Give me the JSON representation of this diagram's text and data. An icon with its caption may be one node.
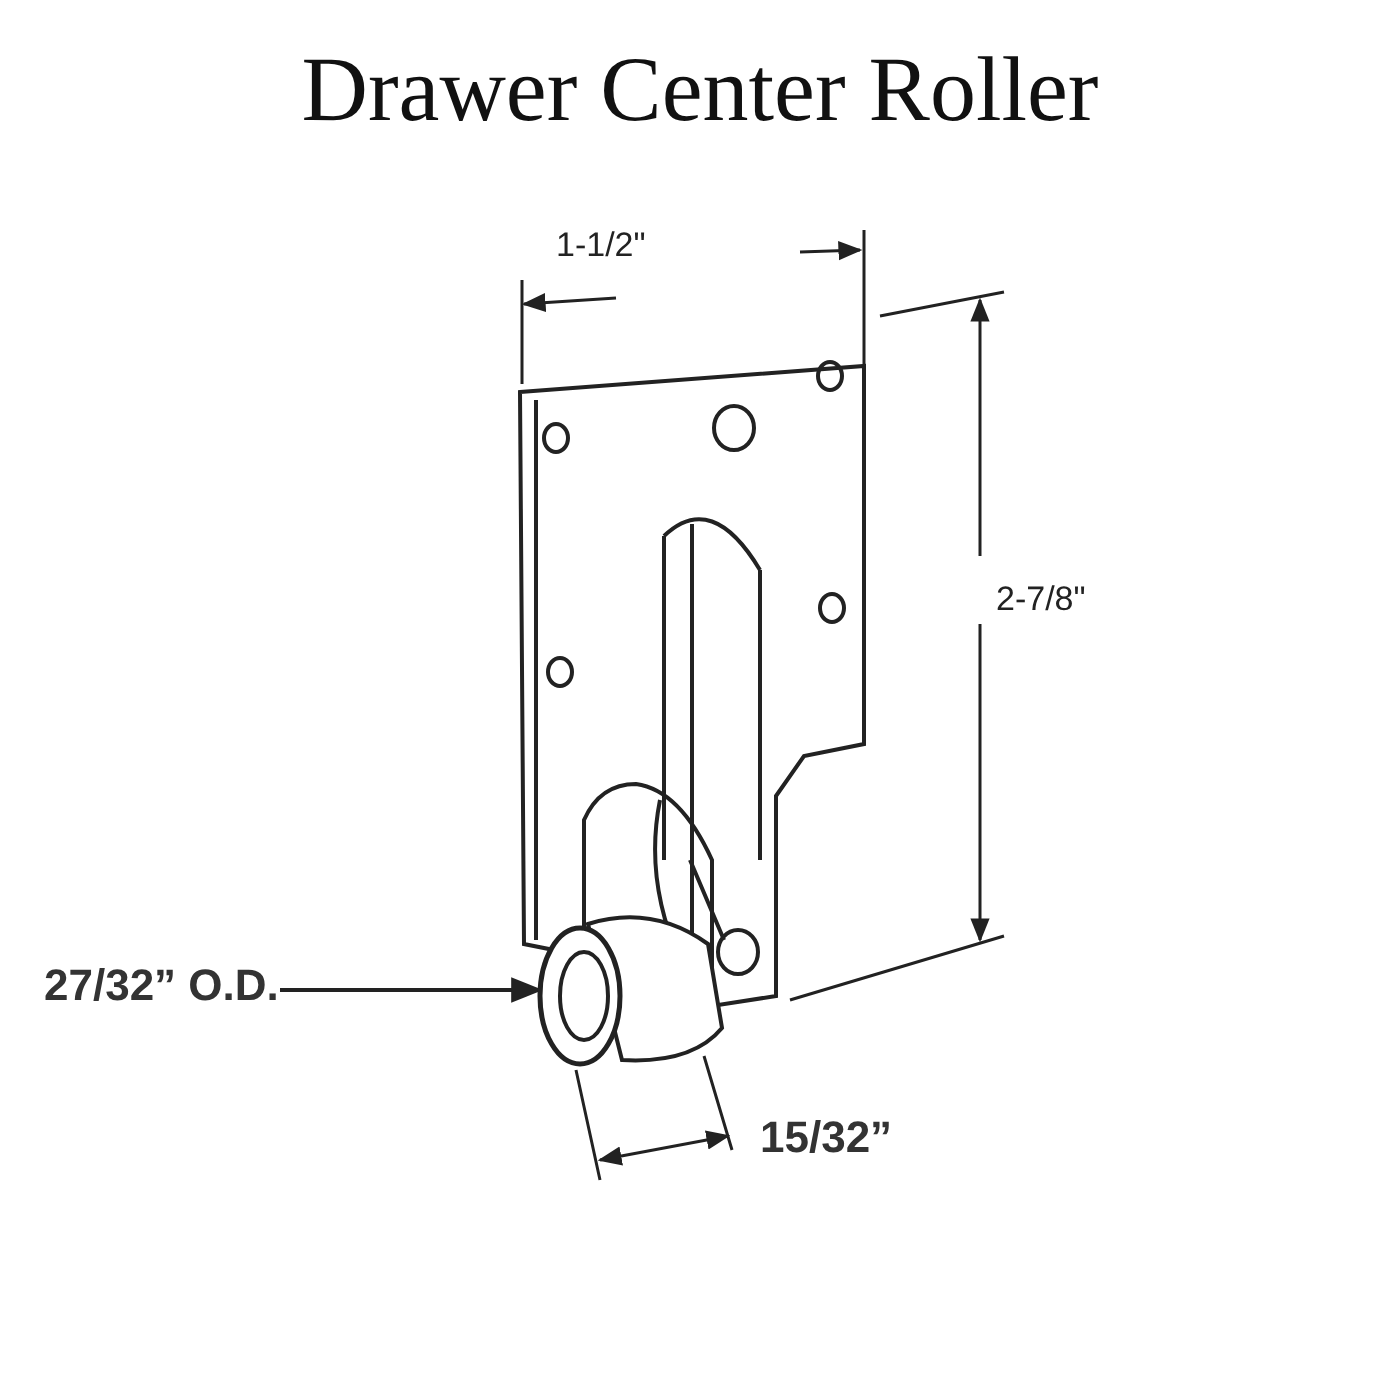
{
  "diagram": {
    "title": "Drawer Center Roller",
    "nodes": [
      {
        "text": [
          "27/32” O.D."
        ]
      },
      {
        "text": [],
        "shape": "picture"
      }
    ],
    "edges": [
      {
        "from": 0,
        "to": 1,
        "arrow": "to"
      }
    ],
    "labels": [
      "1-1/2\"",
      "2-7/8\"",
      "15/32”"
    ]
  }
}
